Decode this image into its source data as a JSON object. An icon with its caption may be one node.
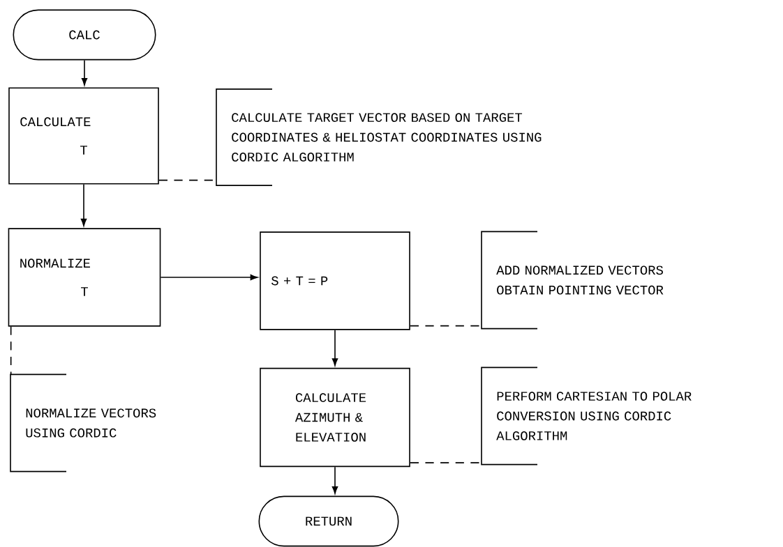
{
  "diagram": {
    "nodes": [
      {
        "text": [
          "CALC"
        ]
      },
      {
        "text": [
          "CALCULATE",
          "T"
        ]
      },
      {
        "text": [
          "CALCULATE TARGET VECTOR BASED ON TARGET COORDINATES & HELIOSTAT COORDINATES USING CORDIC ALGORITHM"
        ]
      },
      {
        "text": [
          "NORMALIZE",
          "T"
        ]
      },
      {
        "text": [
          "S + T = P"
        ]
      },
      {
        "text": [
          "ADD NORMALIZED VECTORS OBTAIN POINTING VECTOR"
        ]
      },
      {
        "text": [
          "CALCULATE AZIMUTH & ELEVATION"
        ]
      },
      {
        "text": [
          "PERFORM CARTESIAN TO POLAR CONVERSION USING CORDIC ALGORITHM"
        ]
      },
      {
        "text": [
          "NORMALIZE VECTORS USING CORDIC"
        ]
      },
      {
        "text": [
          "RETURN"
        ]
      }
    ],
    "edges": [
      {
        "from": 0,
        "to": 1,
        "arrow": "to"
      },
      {
        "from": 1,
        "to": 3,
        "arrow": "to"
      },
      {
        "from": 3,
        "to": 4,
        "arrow": "to"
      },
      {
        "from": 4,
        "to": 6,
        "arrow": "to"
      },
      {
        "from": 6,
        "to": 9,
        "arrow": "to"
      },
      {
        "from": 1,
        "to": 2,
        "arrow": "none",
        "style": "dashed"
      },
      {
        "from": 4,
        "to": 5,
        "arrow": "none",
        "style": "dashed"
      },
      {
        "from": 6,
        "to": 7,
        "arrow": "none",
        "style": "dashed"
      },
      {
        "from": 3,
        "to": 8,
        "arrow": "none",
        "style": "dashed"
      }
    ]
  }
}
